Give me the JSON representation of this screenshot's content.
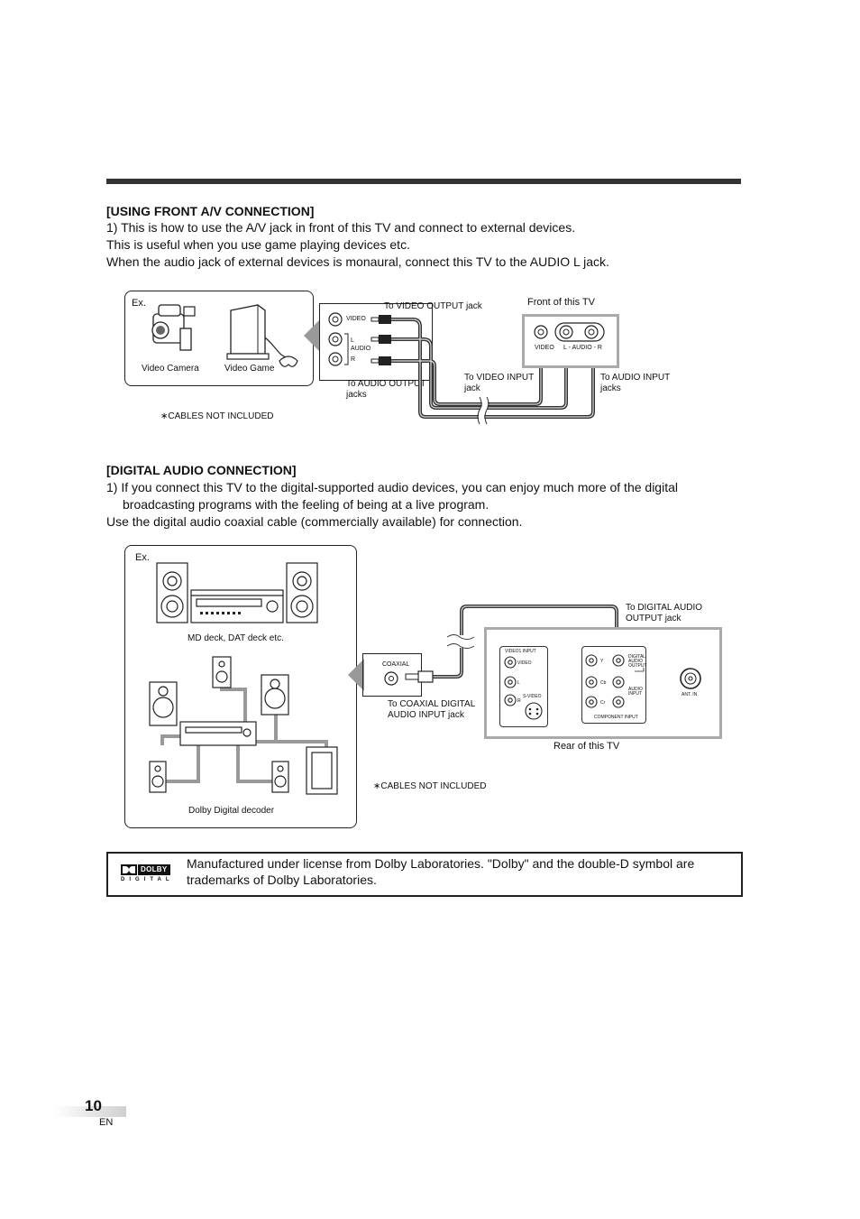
{
  "section1": {
    "title": "[USING FRONT A/V CONNECTION]",
    "line1": "1) This is how to use the A/V jack in front of this TV and connect to external devices.",
    "line2": "This is useful when you use game playing devices etc.",
    "line3": "When the audio jack of external devices is monaural, connect this TV to the AUDIO L jack."
  },
  "diagram1": {
    "ex": "Ex.",
    "video_camera": "Video Camera",
    "video_game": "Video Game",
    "to_video_output": "To VIDEO OUTPUT jack",
    "jack_video": "VIDEO",
    "jack_audio": "AUDIO",
    "jack_l": "L",
    "jack_r": "R",
    "to_audio_output_1": "To AUDIO OUTPUT",
    "to_audio_output_2": "jacks",
    "front_of_tv": "Front of this TV",
    "tv_video": "VIDEO",
    "tv_audio": "L - AUDIO - R",
    "to_video_input_1": "To VIDEO INPUT",
    "to_video_input_2": "jack",
    "to_audio_input_1": "To AUDIO INPUT",
    "to_audio_input_2": "jacks",
    "cables_note": "CABLES NOT INCLUDED"
  },
  "section2": {
    "title": "[DIGITAL AUDIO CONNECTION]",
    "line1": "1) If you connect this TV to the digital-supported audio devices, you can enjoy much more of the digital",
    "line2": "broadcasting programs with the feeling of being at a live program.",
    "line3": "Use the digital audio coaxial cable (commercially available) for connection."
  },
  "diagram2": {
    "ex": "Ex.",
    "md_deck": "MD deck, DAT deck etc.",
    "dolby_decoder": "Dolby Digital decoder",
    "coaxial": "COAXIAL",
    "to_coaxial_1": "To COAXIAL DIGITAL",
    "to_coaxial_2": "AUDIO INPUT jack",
    "to_digital_1": "To DIGITAL AUDIO",
    "to_digital_2": "OUTPUT jack",
    "rear_of_tv": "Rear of this TV",
    "cables_note": "CABLES NOT INCLUDED",
    "panel_video1": "VIDEO1 INPUT",
    "panel_video": "VIDEO",
    "panel_l": "L",
    "panel_r": "R",
    "panel_svideo": "S-VIDEO",
    "panel_y": "Y",
    "panel_cb": "Cb",
    "panel_cr": "Cr",
    "panel_component": "COMPONENT INPUT",
    "panel_digital": "DIGITAL AUDIO OUTPUT",
    "panel_audio_input": "AUDIO INPUT",
    "panel_ant": "ANT. IN"
  },
  "dolby": {
    "logo_top": "DOLBY",
    "logo_bottom": "DIGITAL",
    "text": "Manufactured under license from Dolby Laboratories. \"Dolby\" and the double-D symbol are trademarks of Dolby Laboratories."
  },
  "page": {
    "number": "10",
    "lang": "EN"
  }
}
